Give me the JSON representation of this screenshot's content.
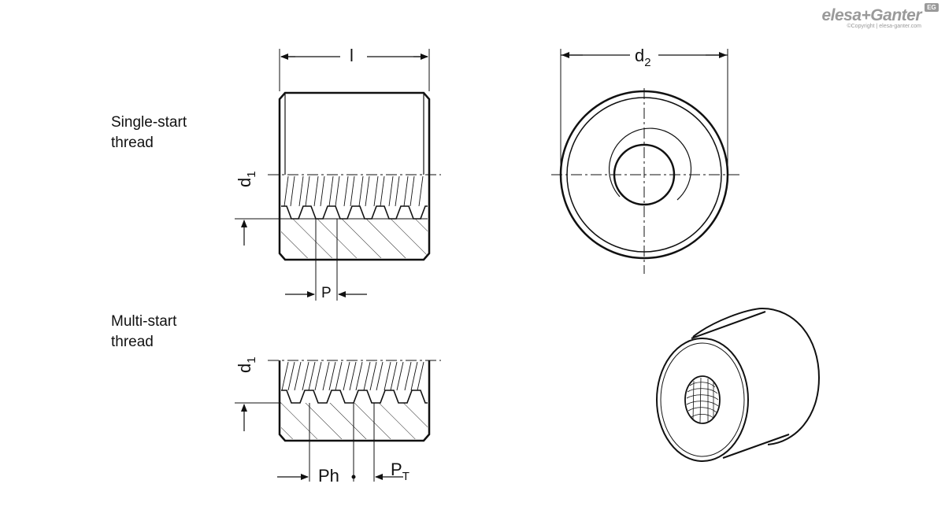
{
  "brand": {
    "name_part1": "elesa",
    "name_part2": "+Ganter",
    "badge": "EG",
    "copyright": "©Copyright | elesa-ganter.com"
  },
  "captions": {
    "single_line1": "Single-start",
    "single_line2": "thread",
    "multi_line1": "Multi-start",
    "multi_line2": "thread"
  },
  "dimensions": {
    "length": "l",
    "d1_main": "d",
    "d1_sub": "1",
    "d2_main": "d",
    "d2_sub": "2",
    "pitch": "P",
    "lead": "Ph",
    "pt_main": "P",
    "pt_sub": "T"
  }
}
